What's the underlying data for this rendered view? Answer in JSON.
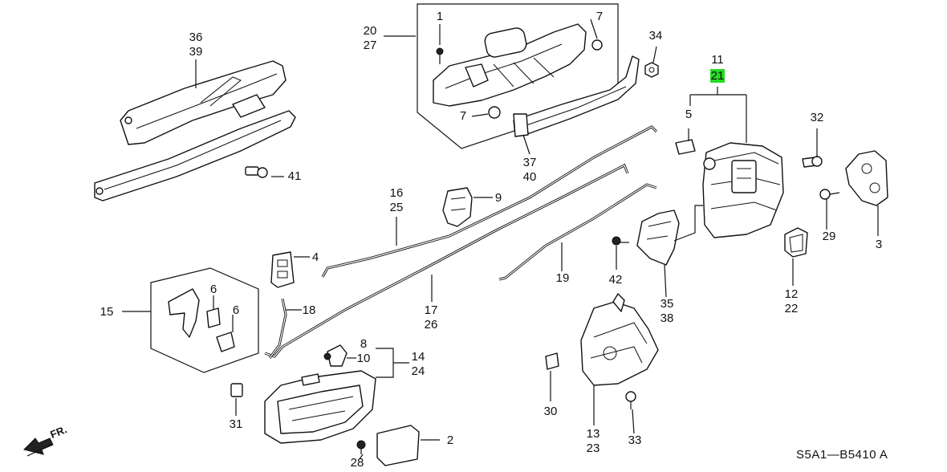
{
  "callouts": {
    "c1": "1",
    "c2": "2",
    "c3": "3",
    "c4": "4",
    "c5": "5",
    "c6a": "6",
    "c6b": "6",
    "c7a": "7",
    "c7b": "7",
    "c9": "9",
    "c11": "11",
    "c21": "21",
    "c12": "12",
    "c22": "22",
    "c13": "13",
    "c23": "23",
    "c15": "15",
    "c16": "16",
    "c25": "25",
    "c17": "17",
    "c26": "26",
    "c18": "18",
    "c19": "19",
    "c20": "20",
    "c27": "27",
    "c8": "8",
    "c10": "10",
    "c14": "14",
    "c24": "24",
    "c28": "28",
    "c29": "29",
    "c30": "30",
    "c31": "31",
    "c32": "32",
    "c33": "33",
    "c34": "34",
    "c35": "35",
    "c38": "38",
    "c36": "36",
    "c39": "39",
    "c37": "37",
    "c40": "40",
    "c41": "41",
    "c42": "42"
  },
  "diagram_code": "S5A1—B5410 A",
  "front_indicator": "FR.",
  "highlight_color": "#22dd22"
}
